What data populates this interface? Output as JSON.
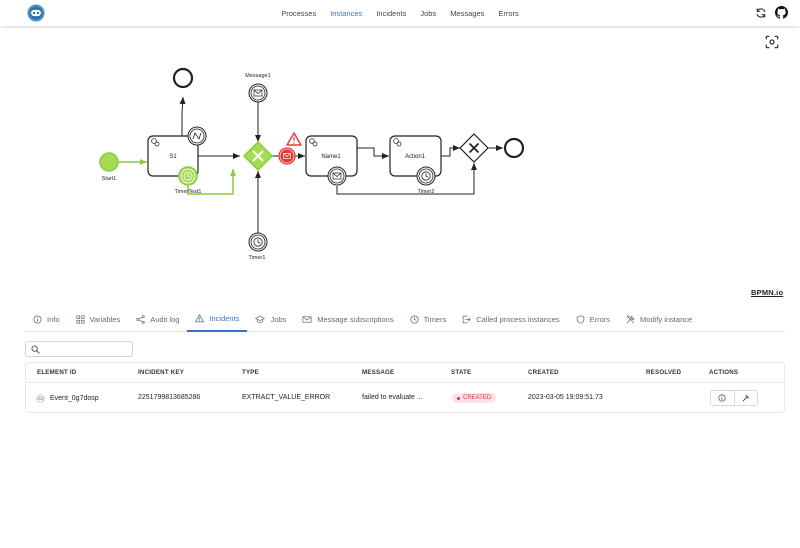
{
  "nav": {
    "links": [
      "Processes",
      "Instances",
      "Incidents",
      "Jobs",
      "Messages",
      "Errors"
    ],
    "active": "Instances"
  },
  "diagram": {
    "labels": {
      "start": "Start1",
      "s1": "S1",
      "timer_test": "TimerTest1",
      "message": "Message1",
      "timer1": "Timer1",
      "name1": "Name1",
      "action1": "Action1",
      "timer2": "Timer2"
    },
    "colors": {
      "completed": "#8bcc3b",
      "completed_fill": "#a5db55",
      "incident": "#e53935",
      "default": "#222222"
    }
  },
  "watermark": "BPMN.io",
  "tabs": [
    {
      "label": "Info",
      "icon": "info-icon"
    },
    {
      "label": "Variables",
      "icon": "grid-icon"
    },
    {
      "label": "Audit log",
      "icon": "share-icon"
    },
    {
      "label": "Incidents",
      "icon": "warning-icon",
      "active": true
    },
    {
      "label": "Jobs",
      "icon": "cap-icon"
    },
    {
      "label": "Message subscriptions",
      "icon": "envelope-icon"
    },
    {
      "label": "Timers",
      "icon": "clock-icon"
    },
    {
      "label": "Called process instances",
      "icon": "external-link-icon"
    },
    {
      "label": "Errors",
      "icon": "shield-icon"
    },
    {
      "label": "Modify instance",
      "icon": "tools-icon"
    }
  ],
  "search": {
    "value": "",
    "placeholder": ""
  },
  "table": {
    "headers": {
      "element_id": "Element ID",
      "incident_key": "Incident Key",
      "type": "Type",
      "message": "Message",
      "state": "State",
      "created": "Created",
      "resolved": "Resolved",
      "actions": "Actions"
    },
    "rows": [
      {
        "element_id": "Event_0g7dosp",
        "incident_key": "2251799813685286",
        "type": "EXTRACT_VALUE_ERROR",
        "message": "failed to evaluate ...",
        "state": "CREATED",
        "created": "2023-03-05 19:09:51.73",
        "resolved": ""
      }
    ]
  }
}
